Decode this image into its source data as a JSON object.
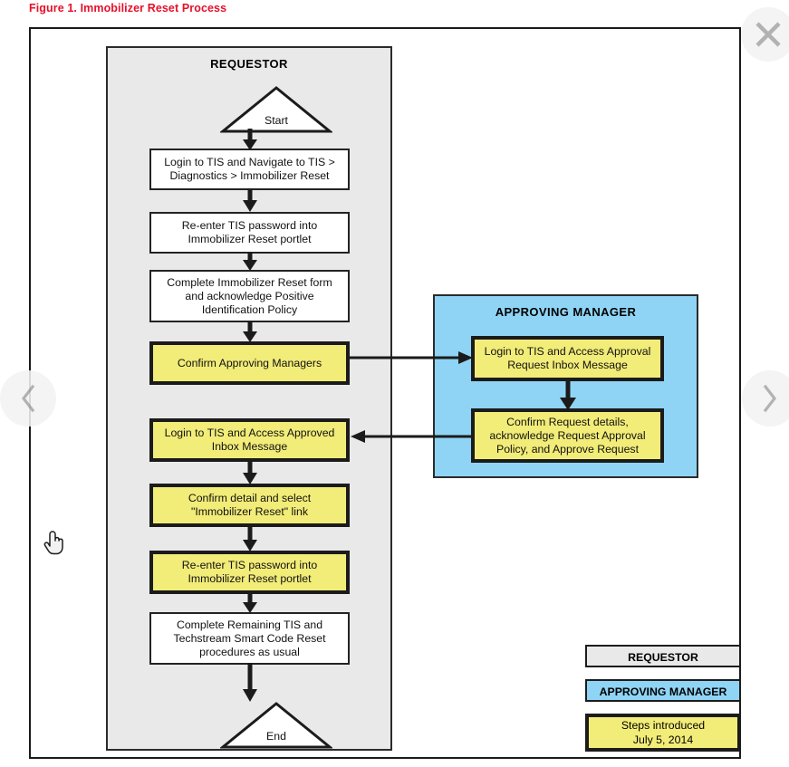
{
  "figure": {
    "caption": "Figure 1.  Immobilizer Reset Process",
    "caption_color": "#e8102a"
  },
  "colors": {
    "requestor_lane": "#e9e9e9",
    "approving_manager_lane": "#8fd4f5",
    "highlight_step": "#f2ec78",
    "plain_step": "#ffffff",
    "border": "#1b1b1b"
  },
  "lanes": [
    {
      "id": "requestor",
      "title": "REQUESTOR"
    },
    {
      "id": "approving-manager",
      "title": "APPROVING MANAGER"
    }
  ],
  "requestor_flow": {
    "start_label": "Start",
    "end_label": "End",
    "steps": [
      {
        "id": "login-navigate",
        "text": "Login to TIS and Navigate to TIS > Diagnostics > Immobilizer Reset",
        "style": "plain"
      },
      {
        "id": "reenter-password-1",
        "text": "Re-enter TIS password into Immobilizer Reset portlet",
        "style": "plain"
      },
      {
        "id": "complete-form",
        "text": "Complete Immobilizer Reset form and acknowledge Positive Identification Policy",
        "style": "plain"
      },
      {
        "id": "confirm-managers",
        "text": "Confirm Approving Managers",
        "style": "highlight"
      },
      {
        "id": "access-approved-inbox",
        "text": "Login to TIS and Access Approved Inbox Message",
        "style": "highlight"
      },
      {
        "id": "confirm-detail-select-link",
        "text": "Confirm detail and select \"Immobilizer Reset\" link",
        "style": "highlight"
      },
      {
        "id": "reenter-password-2",
        "text": "Re-enter TIS password into Immobilizer Reset portlet",
        "style": "highlight"
      },
      {
        "id": "complete-remaining",
        "text": "Complete Remaining TIS and Techstream Smart Code Reset procedures as usual",
        "style": "plain"
      }
    ]
  },
  "approving_manager_flow": {
    "steps": [
      {
        "id": "access-approval-request",
        "text": "Login to TIS and Access Approval Request Inbox Message",
        "style": "highlight"
      },
      {
        "id": "confirm-approve-request",
        "text": "Confirm Request details, acknowledge Request Approval Policy, and Approve Request",
        "style": "highlight"
      }
    ]
  },
  "legend": {
    "requestor": "REQUESTOR",
    "approving_manager": "APPROVING MANAGER",
    "steps_introduced_line1": "Steps introduced",
    "steps_introduced_line2": "July 5, 2014"
  },
  "viewer": {
    "prev_icon": "chevron-left-icon",
    "next_icon": "chevron-right-icon",
    "close_icon": "close-icon",
    "cursor_icon": "pointing-hand-cursor"
  }
}
